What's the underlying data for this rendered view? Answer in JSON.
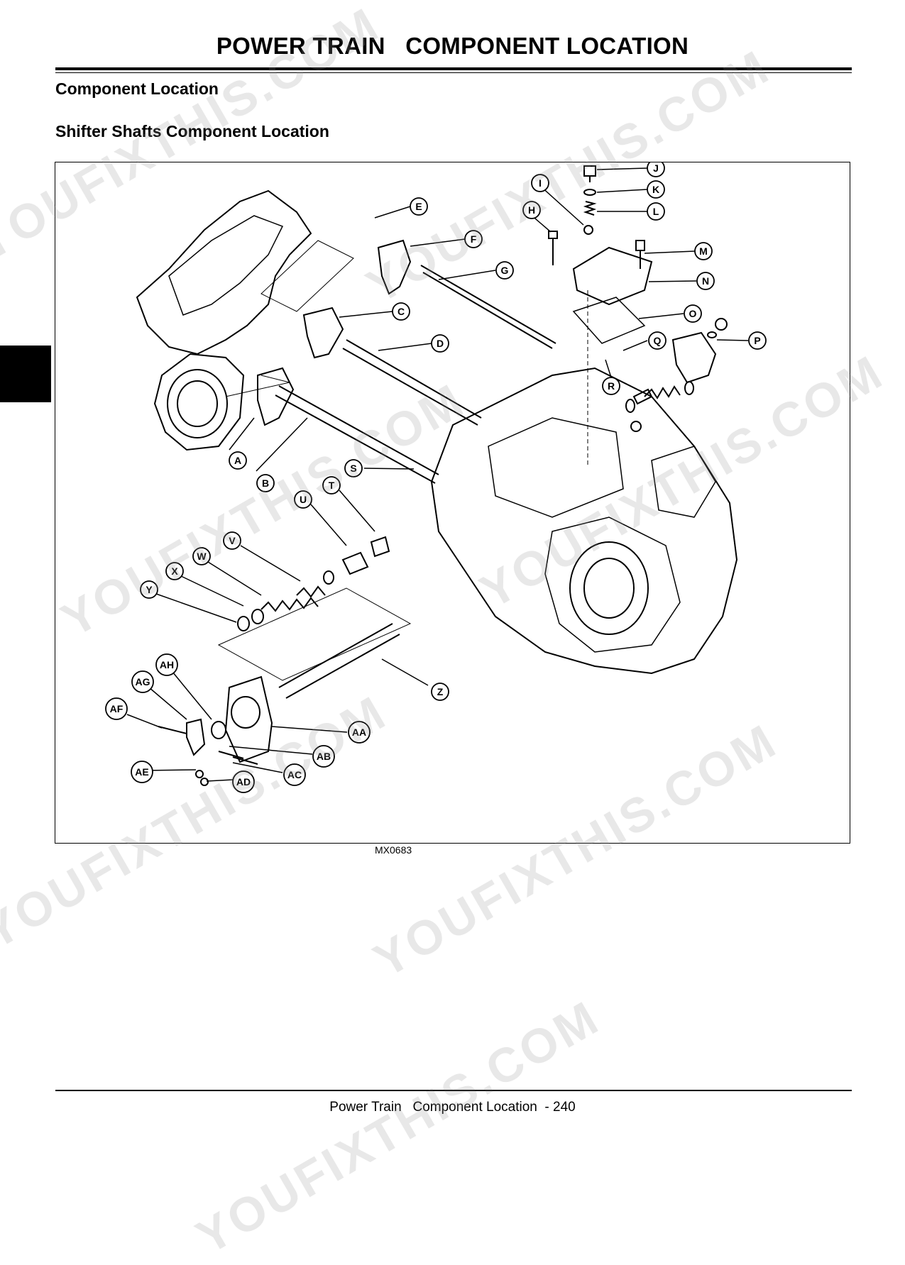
{
  "header": {
    "title": "POWER TRAIN   COMPONENT LOCATION"
  },
  "sections": {
    "heading": "Component Location",
    "subheading": "Shifter Shafts Component Location"
  },
  "figure": {
    "id": "MX0683",
    "callouts": [
      "A",
      "B",
      "C",
      "D",
      "E",
      "F",
      "G",
      "H",
      "I",
      "J",
      "K",
      "L",
      "M",
      "N",
      "O",
      "P",
      "Q",
      "R",
      "S",
      "T",
      "U",
      "V",
      "W",
      "X",
      "Y",
      "Z",
      "AA",
      "AB",
      "AC",
      "AD",
      "AE",
      "AF",
      "AG",
      "AH"
    ]
  },
  "footer": {
    "text": "Power Train   Component Location  - 240"
  },
  "watermark": {
    "text": "YOUFIXTHIS.COM"
  }
}
